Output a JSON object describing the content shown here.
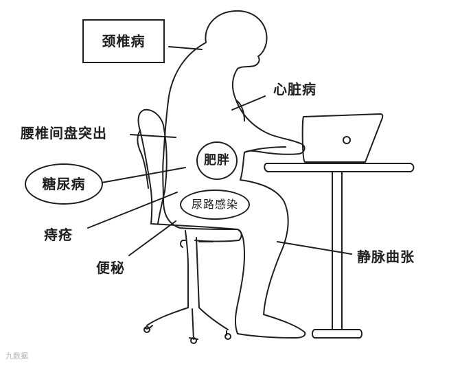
{
  "labels": {
    "cervical": "颈椎病",
    "heart": "心脏病",
    "lumbar": "腰椎间盘突出",
    "obesity": "肥胖",
    "diabetes": "糖尿病",
    "urinary": "尿路感染",
    "hemorrhoids": "痔疮",
    "constipation": "便秘",
    "varicose": "静脉曲张"
  },
  "watermark": "九数据"
}
